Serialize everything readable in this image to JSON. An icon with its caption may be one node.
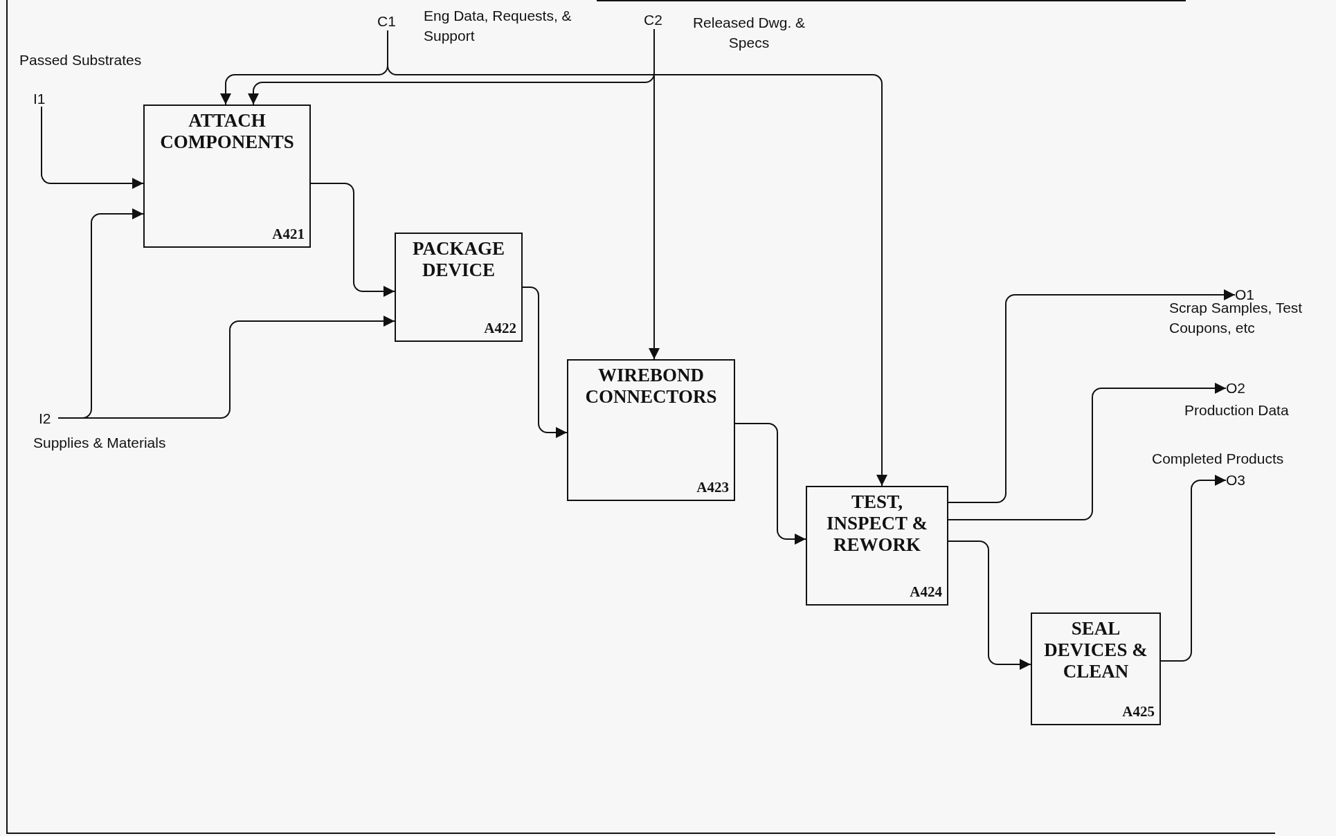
{
  "diagram": {
    "nodes": [
      {
        "text": [
          "ATTACH COMPONENTS",
          "A421"
        ]
      },
      {
        "text": [
          "PACKAGE DEVICE",
          "A422"
        ]
      },
      {
        "text": [
          "WIREBOND CONNECTORS",
          "A423"
        ]
      },
      {
        "text": [
          "TEST, INSPECT & REWORK",
          "A424"
        ]
      },
      {
        "text": [
          "SEAL DEVICES & CLEAN",
          "A425"
        ]
      },
      {
        "text": [
          "I1"
        ],
        "beside": [
          "Passed Substrates"
        ]
      },
      {
        "text": [
          "I2"
        ],
        "beside": [
          "Supplies & Materials"
        ]
      },
      {
        "text": [
          "C1"
        ],
        "beside": [
          "Eng Data, Requests, & Support"
        ]
      },
      {
        "text": [
          "C2"
        ],
        "beside": [
          "Released Dwg. & Specs"
        ]
      },
      {
        "text": [
          "O1"
        ],
        "beside": [
          "Scrap Samples, Test Coupons, etc"
        ]
      },
      {
        "text": [
          "O2"
        ],
        "beside": [
          "Production Data"
        ]
      },
      {
        "text": [
          "O3"
        ],
        "beside": [
          "Completed Products"
        ]
      }
    ],
    "edges": [
      {
        "from": 5,
        "to": 0,
        "arrow": "to"
      },
      {
        "from": 6,
        "to": 0,
        "arrow": "to"
      },
      {
        "from": 6,
        "to": 1,
        "arrow": "to"
      },
      {
        "from": 7,
        "to": 0,
        "arrow": "to"
      },
      {
        "from": 7,
        "to": 3,
        "arrow": "to"
      },
      {
        "from": 8,
        "to": 0,
        "arrow": "to"
      },
      {
        "from": 8,
        "to": 2,
        "arrow": "to"
      },
      {
        "from": 0,
        "to": 1,
        "arrow": "to"
      },
      {
        "from": 1,
        "to": 2,
        "arrow": "to"
      },
      {
        "from": 2,
        "to": 3,
        "arrow": "to"
      },
      {
        "from": 3,
        "to": 9,
        "arrow": "to"
      },
      {
        "from": 3,
        "to": 10,
        "arrow": "to"
      },
      {
        "from": 3,
        "to": 4,
        "arrow": "to"
      },
      {
        "from": 4,
        "to": 11,
        "arrow": "to"
      }
    ]
  }
}
